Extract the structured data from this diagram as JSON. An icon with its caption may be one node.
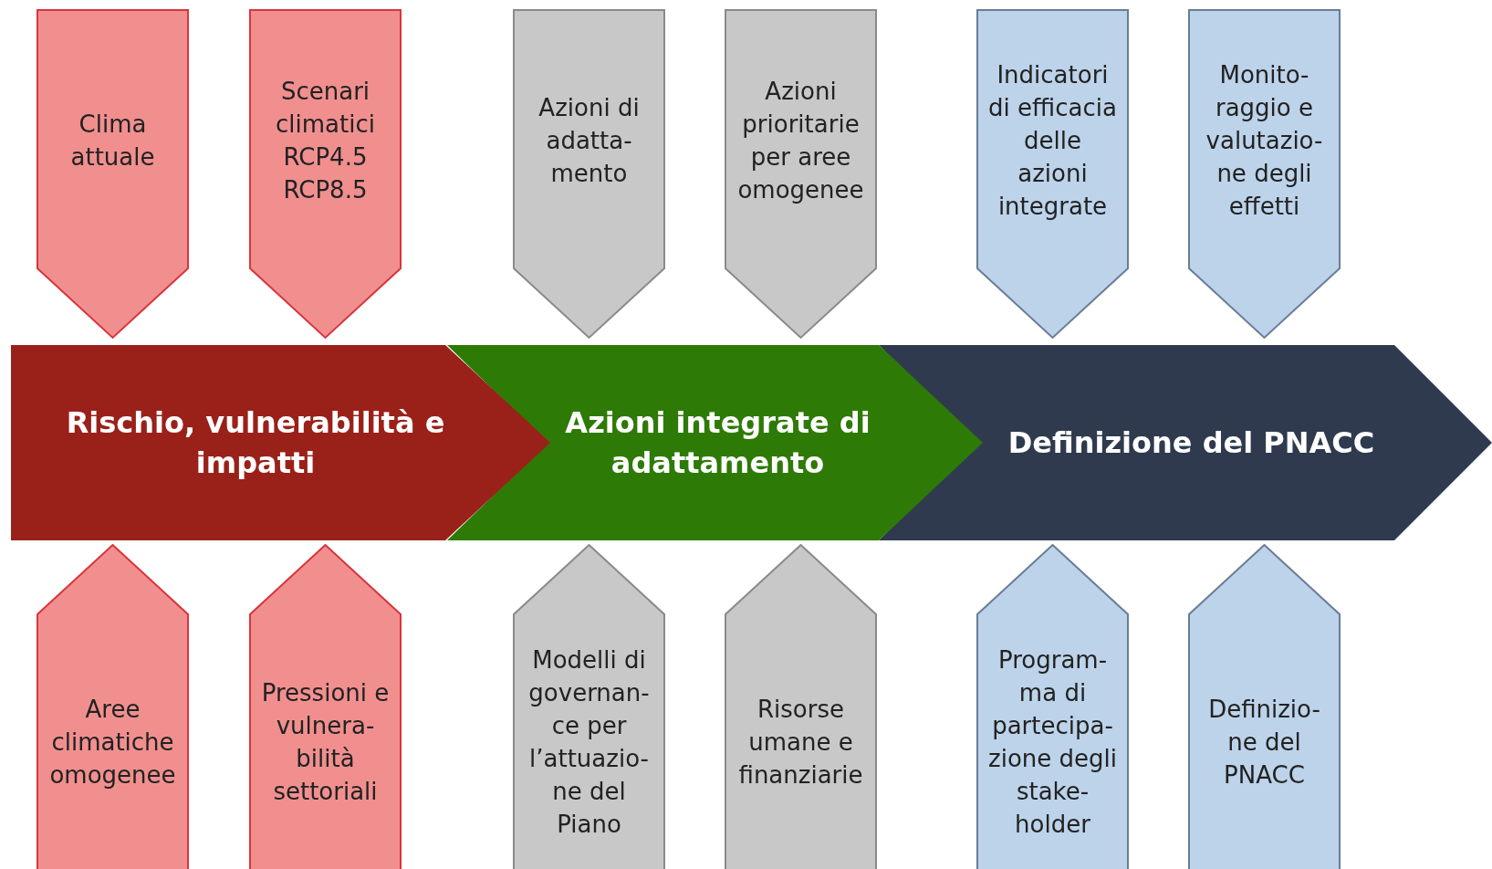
{
  "diagram": {
    "nodes": [
      {
        "text": [
          "Clima attuale"
        ]
      },
      {
        "text": [
          "Scenari climatici RCP4.5 RCP8.5"
        ]
      },
      {
        "text": [
          "Azioni di adatta- mento"
        ]
      },
      {
        "text": [
          "Azioni prioritarie per aree omogenee"
        ]
      },
      {
        "text": [
          "Indicatori di efficacia delle azioni integrate"
        ]
      },
      {
        "text": [
          "Monito- raggio e valutazio- ne degli effetti"
        ]
      },
      {
        "text": [
          "Rischio, vulnerabilità e impatti"
        ]
      },
      {
        "text": [
          "Azioni integrate di adattamento"
        ]
      },
      {
        "text": [
          "Definizione del PNACC"
        ]
      },
      {
        "text": [
          "Aree climatiche omogenee"
        ]
      },
      {
        "text": [
          "Pressioni e vulnera- bilità settoriali"
        ]
      },
      {
        "text": [
          "Modelli di governan- ce per l’attuazio- ne del Piano"
        ]
      },
      {
        "text": [
          "Risorse umane e finanziarie"
        ]
      },
      {
        "text": [
          "Program- ma di partecipa- zione degli stake- holder"
        ]
      },
      {
        "text": [
          "Definizio- ne del PNACC"
        ]
      }
    ]
  }
}
